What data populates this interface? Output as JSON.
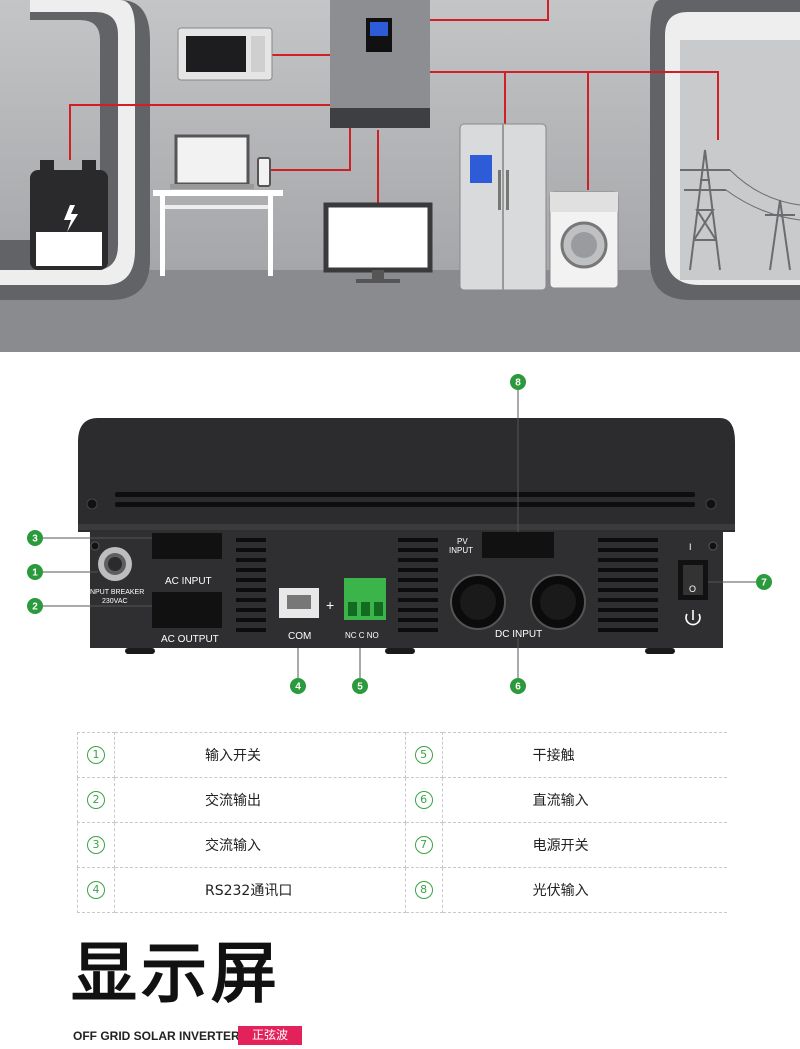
{
  "device_labels": {
    "ac_input": "AC  INPUT",
    "ac_output": "AC  OUTPUT",
    "breaker_1": "INPUT  BREAKER",
    "breaker_2": "230VAC",
    "com": "COM",
    "dry_contact": "NC  C  NO",
    "pv_1": "PV",
    "pv_2": "INPUT",
    "dc_input": "DC  INPUT",
    "switch_on": "I",
    "switch_off": "O"
  },
  "markers": [
    "1",
    "2",
    "3",
    "4",
    "5",
    "6",
    "7",
    "8"
  ],
  "legend": [
    {
      "left_num": "1",
      "left_text": "输入开关",
      "right_num": "5",
      "right_text": "干接触"
    },
    {
      "left_num": "2",
      "left_text": "交流输出",
      "right_num": "6",
      "right_text": "直流输入"
    },
    {
      "left_num": "3",
      "left_text": "交流输入",
      "right_num": "7",
      "right_text": "电源开关"
    },
    {
      "left_num": "4",
      "left_text": "RS232通讯口",
      "right_num": "8",
      "right_text": "光伏输入"
    }
  ],
  "section_title": "显示屏",
  "section_subtitle": "OFF GRID SOLAR INVERTER",
  "badge": "正弦波",
  "colors": {
    "accent_green": "#2a9a3d",
    "badge_pink": "#e3215a",
    "wire_red": "#d21f26"
  }
}
